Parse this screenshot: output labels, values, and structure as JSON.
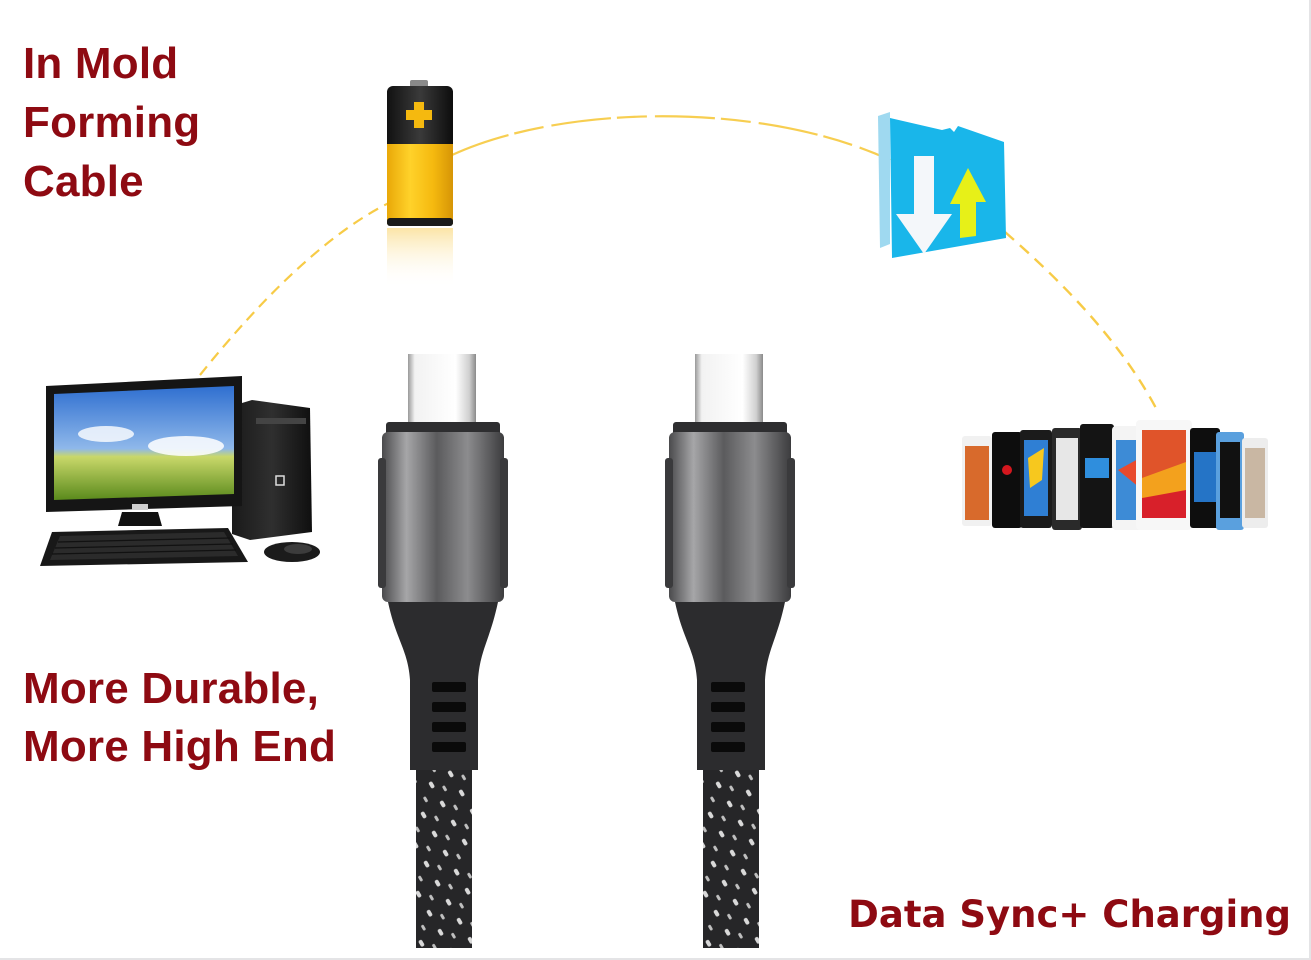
{
  "headlines": {
    "top_left": [
      "In Mold",
      "Forming",
      "Cable"
    ],
    "bottom_left": [
      "More Durable,",
      "More High End"
    ],
    "bottom_right": "Data Sync+ Charging"
  },
  "icons": [
    {
      "name": "battery-icon",
      "meaning": "charging"
    },
    {
      "name": "data-transfer-icon",
      "meaning": "data sync (upload/download arrows)"
    },
    {
      "name": "desktop-computer-icon",
      "meaning": "PC"
    },
    {
      "name": "smartphones-icon",
      "meaning": "mobile devices"
    }
  ],
  "product": {
    "name": "USB-C to USB-C braided cable",
    "connectors": 2
  },
  "colors": {
    "headline": "#8e0a12",
    "arc": "#f6c533",
    "battery_yellow": "#f5b90f",
    "folder_blue": "#19b6ea",
    "arrow_yellow": "#e7f018",
    "connector_gray": "#6a6a6c",
    "cable_black": "#2a2a2c"
  }
}
